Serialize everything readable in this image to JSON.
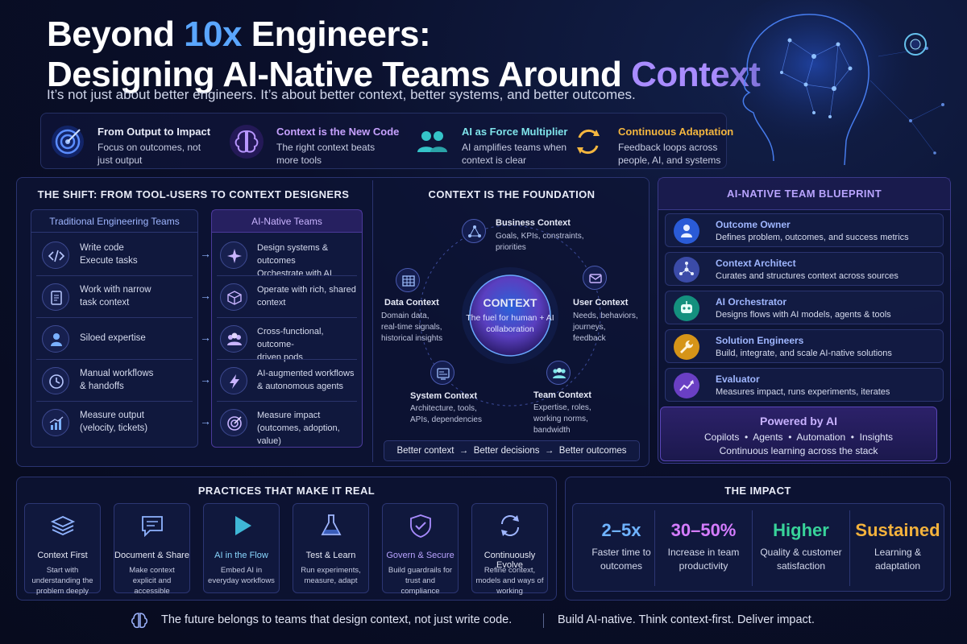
{
  "header": {
    "title_line1_a": "Beyond ",
    "title_line1_b": "10x",
    "title_line1_c": " Engineers:",
    "title_line2_a": "Designing AI-Native Teams Around ",
    "title_line2_b": "Context",
    "subtitle": "It’s not just about better engineers. It’s about better context, better systems, and better outcomes."
  },
  "pillars": [
    {
      "title": "From Output to Impact",
      "desc": "Focus on outcomes, not just output",
      "icon": "target-icon",
      "color": "#e8ebf8"
    },
    {
      "title": "Context is the New Code",
      "desc": "The right context beats more tools",
      "icon": "brain-icon",
      "color": "#c7a2ff"
    },
    {
      "title": "AI as Force Multiplier",
      "desc": "AI amplifies teams when context is clear",
      "icon": "team-icon",
      "color": "#7fe3ea"
    },
    {
      "title": "Continuous Adaptation",
      "desc": "Feedback loops across people, AI, and systems",
      "icon": "cycle-icon",
      "color": "#f4b63f"
    }
  ],
  "shift": {
    "title": "THE SHIFT: FROM TOOL-USERS TO CONTEXT DESIGNERS",
    "traditional_head": "Traditional Engineering Teams",
    "ai_head": "AI-Native Teams",
    "rows": [
      {
        "trad": "Write code\nExecute tasks",
        "trad_icon": "code-icon",
        "ai": "Design systems & outcomes\nOrchestrate with AI",
        "ai_icon": "sparkle-icon"
      },
      {
        "trad": "Work with narrow\ntask context",
        "trad_icon": "document-icon",
        "ai": "Operate with rich, shared\ncontext",
        "ai_icon": "cube-icon"
      },
      {
        "trad": "Siloed expertise",
        "trad_icon": "person-icon",
        "ai": "Cross-functional, outcome-\ndriven pods",
        "ai_icon": "group-icon"
      },
      {
        "trad": "Manual workflows\n& handoffs",
        "trad_icon": "clock-icon",
        "ai": "AI-augmented workflows\n& autonomous agents",
        "ai_icon": "bolt-icon"
      },
      {
        "trad": "Measure output\n(velocity, tickets)",
        "trad_icon": "bar-chart-icon",
        "ai": "Measure impact\n(outcomes, adoption, value)",
        "ai_icon": "target-icon"
      }
    ]
  },
  "context": {
    "title": "CONTEXT IS THE FOUNDATION",
    "core_title": "CONTEXT",
    "core_desc": "The fuel for human + AI collaboration",
    "nodes": [
      {
        "title": "Business Context",
        "desc": "Goals, KPIs, constraints,\npriorities",
        "icon": "network-icon"
      },
      {
        "title": "User Context",
        "desc": "Needs, behaviors,\njourneys,\nfeedback",
        "icon": "mail-icon"
      },
      {
        "title": "Team Context",
        "desc": "Expertise, roles,\nworking norms,\nbandwidth",
        "icon": "group-icon"
      },
      {
        "title": "System Context",
        "desc": "Architecture, tools,\nAPIs, dependencies",
        "icon": "dashboard-icon"
      },
      {
        "title": "Data Context",
        "desc": "Domain data,\nreal-time signals,\nhistorical insights",
        "icon": "table-icon"
      }
    ],
    "bar": "Better context  →  Better decisions  →  Better outcomes"
  },
  "blueprint": {
    "title": "AI-NATIVE TEAM BLUEPRINT",
    "roles": [
      {
        "title": "Outcome Owner",
        "desc": "Defines problem, outcomes, and success metrics",
        "icon": "person-icon",
        "color": "#2a5bd7"
      },
      {
        "title": "Context Architect",
        "desc": "Curates and structures context across sources",
        "icon": "network-icon",
        "color": "#3b4ba8"
      },
      {
        "title": "AI Orchestrator",
        "desc": "Designs flows with AI models, agents & tools",
        "icon": "robot-icon",
        "color": "#14907e"
      },
      {
        "title": "Solution Engineers",
        "desc": "Build, integrate, and scale AI-native solutions",
        "icon": "wrench-icon",
        "color": "#d69418"
      },
      {
        "title": "Evaluator",
        "desc": "Measures impact, runs experiments, iterates",
        "icon": "trend-icon",
        "color": "#6a3fc4"
      }
    ],
    "powered_title": "Powered by AI",
    "powered_line1": "Copilots  •  Agents  •  Automation  •  Insights",
    "powered_line2": "Continuous learning across the stack"
  },
  "practices": {
    "title": "PRACTICES THAT MAKE IT REAL",
    "items": [
      {
        "title": "Context First",
        "desc": "Start with understanding the problem deeply",
        "icon": "layers-icon",
        "color": "#d6dcff"
      },
      {
        "title": "Document & Share",
        "desc": "Make context explicit and accessible",
        "icon": "chat-icon",
        "color": "#d6dcff"
      },
      {
        "title": "AI in the Flow",
        "desc": "Embed AI in everyday workflows",
        "icon": "play-icon",
        "color": "#8ad8ff"
      },
      {
        "title": "Test & Learn",
        "desc": "Run experiments, measure, adapt",
        "icon": "flask-icon",
        "color": "#d6dcff"
      },
      {
        "title": "Govern & Secure",
        "desc": "Build guardrails for trust and compliance",
        "icon": "shield-icon",
        "color": "#b9a4ff"
      },
      {
        "title": "Continuously Evolve",
        "desc": "Refine context, models and ways of working",
        "icon": "refresh-icon",
        "color": "#d6dcff"
      }
    ]
  },
  "impact": {
    "title": "THE IMPACT",
    "stats": [
      {
        "value": "2–5x",
        "desc": "Faster time to outcomes",
        "color": "#6fb3ff"
      },
      {
        "value": "30–50%",
        "desc": "Increase in team productivity",
        "color": "#d57cff"
      },
      {
        "value": "Higher",
        "desc": "Quality & customer satisfaction",
        "color": "#38d39a"
      },
      {
        "value": "Sustained",
        "desc": "Learning & adaptation",
        "color": "#f3b23c"
      }
    ]
  },
  "footer": {
    "text1": "The future belongs to teams that design context, not just write code.",
    "text2": "Build AI-native. Think context-first. Deliver impact."
  },
  "colors": {
    "accent_blue": "#5aa6ff",
    "accent_purple": "#a98cff",
    "background": "#0a0f2a"
  }
}
